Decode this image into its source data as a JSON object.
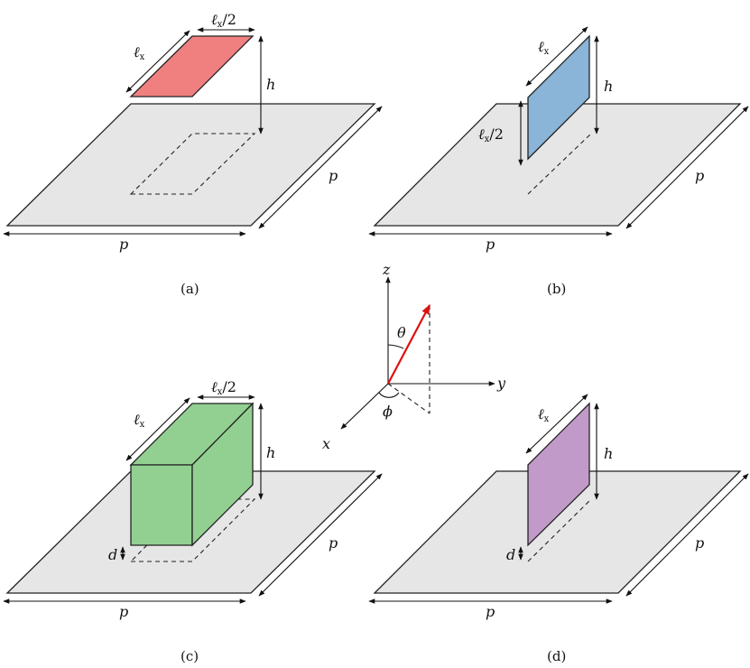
{
  "panels": {
    "a": {
      "caption": "(a)",
      "label_lx": "ℓ",
      "label_lx_sub": "x",
      "label_lx2": "ℓ",
      "label_lx2_sub": "x",
      "label_lx2_tail": "/2",
      "label_h": "h",
      "label_p_right": "p",
      "label_p_bottom": "p",
      "color": "#f08080"
    },
    "b": {
      "caption": "(b)",
      "label_lx": "ℓ",
      "label_lx_sub": "x",
      "label_lx2": "ℓ",
      "label_lx2_sub": "x",
      "label_lx2_tail": "/2",
      "label_h": "h",
      "label_p_right": "p",
      "label_p_bottom": "p",
      "color": "#8ab4d8"
    },
    "c": {
      "caption": "(c)",
      "label_lx": "ℓ",
      "label_lx_sub": "x",
      "label_lx2": "ℓ",
      "label_lx2_sub": "x",
      "label_lx2_tail": "/2",
      "label_h": "h",
      "label_d": "d",
      "label_p_right": "p",
      "label_p_bottom": "p",
      "color": "#92d092"
    },
    "d": {
      "caption": "(d)",
      "label_lx": "ℓ",
      "label_lx_sub": "x",
      "label_h": "h",
      "label_d": "d",
      "label_p_right": "p",
      "label_p_bottom": "p",
      "color": "#c29ac9"
    }
  },
  "axes": {
    "label_z": "z",
    "label_y": "y",
    "label_x": "x",
    "label_theta": "θ",
    "label_phi": "ϕ",
    "vector_color": "#dd1111"
  }
}
